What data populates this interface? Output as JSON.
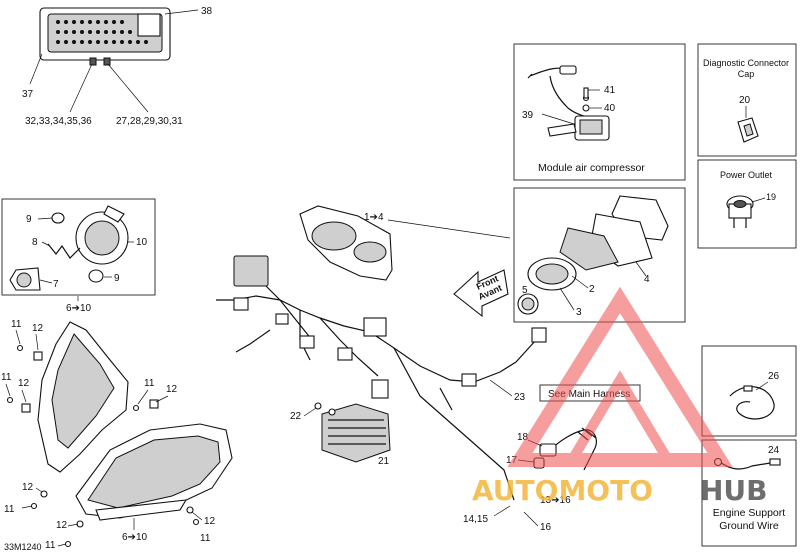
{
  "callouts": {
    "c38": "38",
    "c37": "37",
    "c32_36": "32,33,34,35,36",
    "c27_31": "27,28,29,30,31",
    "c41": "41",
    "c40": "40",
    "c39": "39",
    "c20": "20",
    "c19": "19",
    "c9a": "9",
    "c10": "10",
    "c8": "8",
    "c7": "7",
    "c9b": "9",
    "c6_10a": "6➔10",
    "c1_4": "1➔4",
    "c5": "5",
    "c2": "2",
    "c3": "3",
    "c4": "4",
    "c11a": "11",
    "c12a": "12",
    "c11b": "11",
    "c12b": "12",
    "c11c": "11",
    "c12c": "12",
    "c26": "26",
    "c22": "22",
    "c21": "21",
    "c23": "23",
    "c18": "18",
    "c17": "17",
    "c13_16": "13➔16",
    "c24": "24",
    "c12d": "12",
    "c11d": "11",
    "c12e": "12",
    "c11e": "11",
    "c12f": "12",
    "c11f": "11",
    "c6_10b": "6➔10",
    "c14_15": "14,15",
    "c16": "16"
  },
  "boxes": {
    "module_air_compressor": "Module air compressor",
    "diagnostic_cap": [
      "Diagnostic Connector",
      "Cap"
    ],
    "power_outlet": "Power Outlet",
    "see_main_harness": "See Main Harness",
    "engine_support": [
      "Engine Support",
      "Ground Wire"
    ]
  },
  "front_arrow": [
    "Front",
    "Avant"
  ],
  "figure_code": "33M1240",
  "watermark": {
    "text_a": "AUTOMOTO",
    "text_b": "HUB",
    "color_a": "#f4b63a",
    "color_b": "#555555",
    "logo_color": "#f05050"
  }
}
